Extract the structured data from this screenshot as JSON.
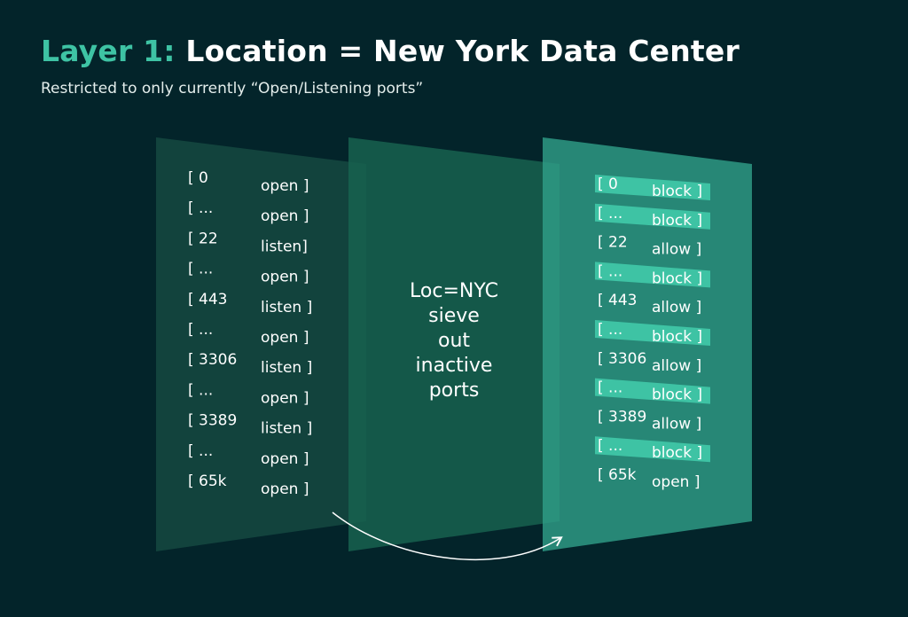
{
  "header": {
    "title_prefix": "Layer 1:",
    "title_main": "Location = New York Data Center",
    "subtitle": "Restricted to only currently “Open/Listening ports”"
  },
  "input_panel": {
    "rows": [
      {
        "port": "[ 0",
        "state": "open ]"
      },
      {
        "port": "[ ...",
        "state": "open ]"
      },
      {
        "port": "[ 22",
        "state": "listen]"
      },
      {
        "port": "[ ...",
        "state": "open ]"
      },
      {
        "port": "[ 443",
        "state": "listen ]"
      },
      {
        "port": "[ ...",
        "state": "open ]"
      },
      {
        "port": "[ 3306",
        "state": "listen ]"
      },
      {
        "port": "[ ...",
        "state": "open ]"
      },
      {
        "port": "[ 3389",
        "state": "listen ]"
      },
      {
        "port": "[ ...",
        "state": "open ]"
      },
      {
        "port": "[ 65k",
        "state": "open ]"
      }
    ]
  },
  "filter_panel": {
    "lines": [
      "Loc=NYC",
      "sieve",
      "out",
      "inactive",
      "ports"
    ]
  },
  "output_panel": {
    "rows": [
      {
        "port": "[ 0",
        "state": "block ]",
        "highlight": true
      },
      {
        "port": "[ ...",
        "state": "block ]",
        "highlight": true
      },
      {
        "port": "[ 22",
        "state": "allow ]",
        "highlight": false
      },
      {
        "port": "[ ...",
        "state": "block ]",
        "highlight": true
      },
      {
        "port": "[ 443",
        "state": "allow ]",
        "highlight": false
      },
      {
        "port": "[ ...",
        "state": "block ]",
        "highlight": true
      },
      {
        "port": "[ 3306",
        "state": "allow ]",
        "highlight": false
      },
      {
        "port": "[ ...",
        "state": "block ]",
        "highlight": true
      },
      {
        "port": "[ 3389",
        "state": "allow ]",
        "highlight": false
      },
      {
        "port": "[ ...",
        "state": "block ]",
        "highlight": true
      },
      {
        "port": "[ 65k",
        "state": "open ]",
        "highlight": false
      }
    ]
  },
  "colors": {
    "background": "#03242a",
    "accent": "#3ec3a4",
    "panel_left": "#13473f",
    "panel_mid": "#17614f",
    "panel_right": "#2f9e87",
    "highlight": "#3ec3a4"
  }
}
